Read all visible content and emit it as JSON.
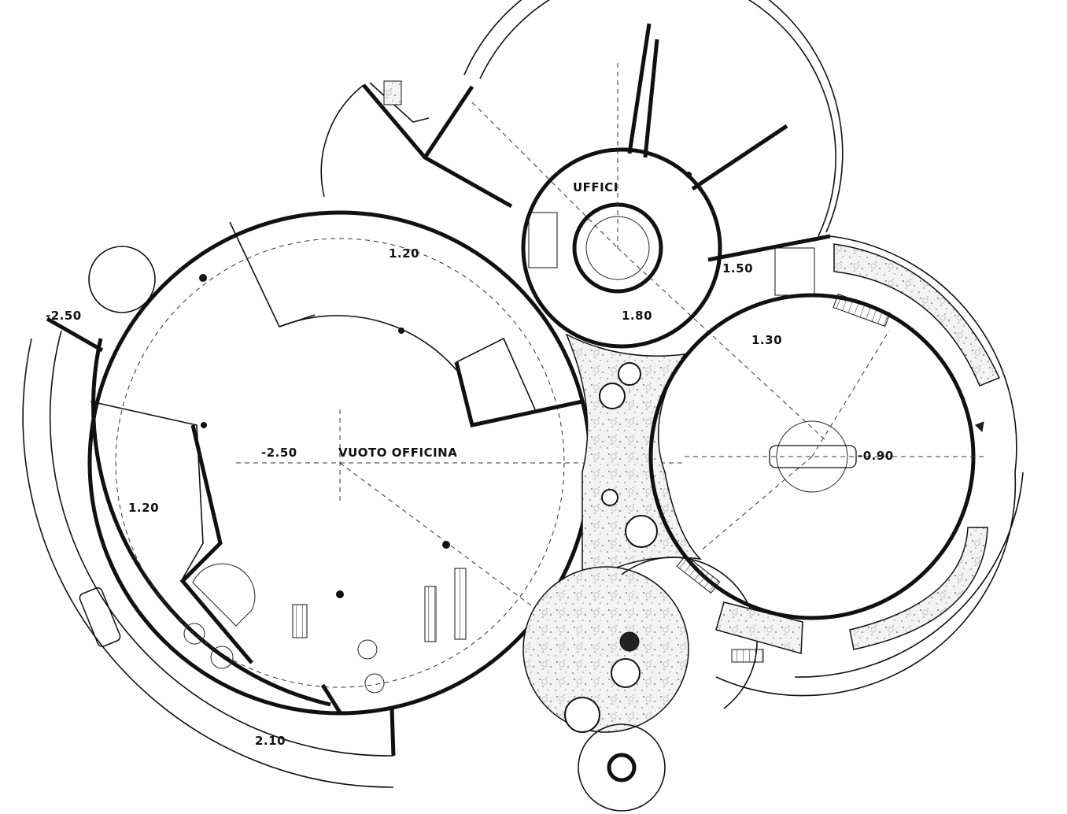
{
  "plan": {
    "labels": {
      "uffici": "UFFICI",
      "vuoto_officina": "VUOTO OFFICINA",
      "level_main": "-2.50",
      "level_left_entry": "-2.50",
      "level_upper_left": "1.20",
      "level_lower_left": "1.20",
      "level_bottom": "2.10",
      "level_core": "1.80",
      "level_small_room": "1.50",
      "level_east_room": "1.30",
      "level_east_hall": "-0.90"
    }
  }
}
